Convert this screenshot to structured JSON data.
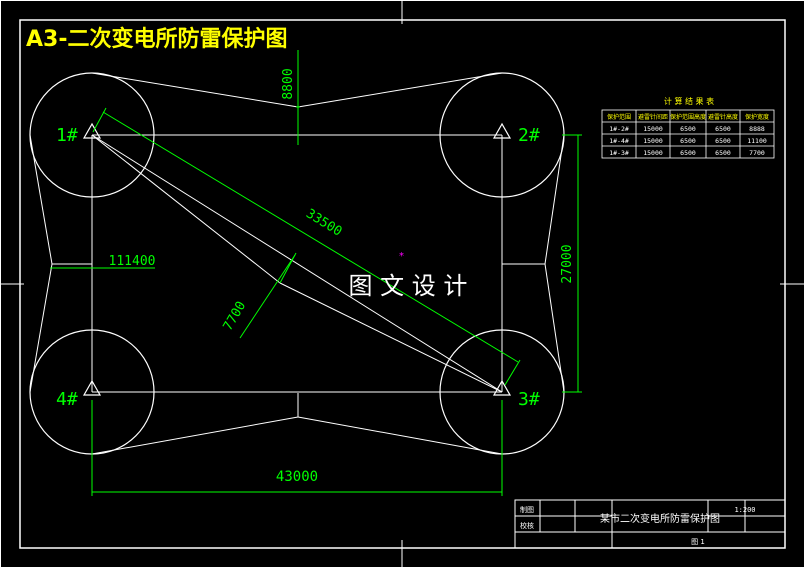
{
  "title": "A3-二次变电所防雷保护图",
  "watermark": "图 文 设 计",
  "rods": [
    {
      "label": "1#"
    },
    {
      "label": "2#"
    },
    {
      "label": "3#"
    },
    {
      "label": "4#"
    }
  ],
  "dimensions": {
    "d8800": "8800",
    "d33500": "33500",
    "d111400": "111400",
    "d27000": "27000",
    "d7700": "7700",
    "d43000": "43000"
  },
  "table": {
    "title": "计 算 结 果 表",
    "headers": [
      "保护范围",
      "避雷针间距",
      "保护范围高度",
      "避雷针高度",
      "保护宽度"
    ],
    "rows": [
      [
        "1#-2#",
        "15000",
        "6500",
        "6500",
        "8888"
      ],
      [
        "1#-4#",
        "15000",
        "6500",
        "6500",
        "11100"
      ],
      [
        "1#-3#",
        "15000",
        "6500",
        "6500",
        "7700"
      ]
    ]
  },
  "titleblock": {
    "row1": "制图",
    "row2": "校核",
    "drawing_name": "某市二次变电所防雷保护图",
    "scale": "1:200",
    "sheet": "图 1"
  },
  "colors": {
    "line": "#ffffff",
    "dim": "#00ff00",
    "title": "#ffff00",
    "marker": "#ff00ff"
  }
}
